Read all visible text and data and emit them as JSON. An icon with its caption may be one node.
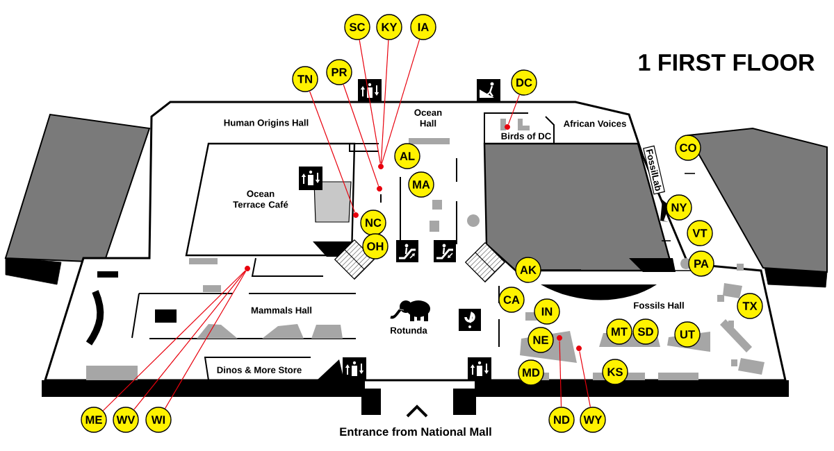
{
  "diagram": {
    "title": "1 FIRST FLOOR",
    "nodes": [
      {
        "text": [
          "SC"
        ]
      },
      {
        "text": [
          "KY"
        ]
      },
      {
        "text": [
          "IA"
        ]
      },
      {
        "text": [
          "TN"
        ]
      },
      {
        "text": [
          "PR"
        ]
      },
      {
        "text": [
          "DC"
        ]
      },
      {
        "text": [
          "AL"
        ]
      },
      {
        "text": [
          "CO"
        ]
      },
      {
        "text": [
          "MA"
        ]
      },
      {
        "text": [
          "NY"
        ]
      },
      {
        "text": [
          "NC"
        ]
      },
      {
        "text": [
          "VT"
        ]
      },
      {
        "text": [
          "OH"
        ]
      },
      {
        "text": [
          "PA"
        ]
      },
      {
        "text": [
          "AK"
        ]
      },
      {
        "text": [
          "CA"
        ]
      },
      {
        "text": [
          "TX"
        ]
      },
      {
        "text": [
          "IN"
        ]
      },
      {
        "text": [
          "MT"
        ]
      },
      {
        "text": [
          "SD"
        ]
      },
      {
        "text": [
          "NE"
        ]
      },
      {
        "text": [
          "UT"
        ]
      },
      {
        "text": [
          "MD"
        ]
      },
      {
        "text": [
          "KS"
        ]
      },
      {
        "text": [
          "ME"
        ]
      },
      {
        "text": [
          "WV"
        ]
      },
      {
        "text": [
          "WI"
        ]
      },
      {
        "text": [
          "ND"
        ]
      },
      {
        "text": [
          "WY"
        ]
      },
      {
        "text": [],
        "shape": "circle"
      },
      {
        "text": [],
        "shape": "circle"
      },
      {
        "text": [],
        "shape": "circle"
      },
      {
        "text": [],
        "shape": "circle"
      },
      {
        "text": [],
        "shape": "circle"
      },
      {
        "text": [],
        "shape": "circle"
      },
      {
        "text": [],
        "shape": "circle"
      }
    ],
    "edges": [
      {
        "from": 0,
        "to": 29,
        "arrow": "none"
      },
      {
        "from": 1,
        "to": 29,
        "arrow": "none"
      },
      {
        "from": 2,
        "to": 29,
        "arrow": "none"
      },
      {
        "from": 4,
        "to": 30,
        "arrow": "none"
      },
      {
        "from": 3,
        "to": 31,
        "arrow": "none"
      },
      {
        "from": 5,
        "to": 32,
        "arrow": "none"
      },
      {
        "from": 24,
        "to": 33,
        "arrow": "none"
      },
      {
        "from": 25,
        "to": 33,
        "arrow": "none"
      },
      {
        "from": 26,
        "to": 33,
        "arrow": "none"
      },
      {
        "from": 27,
        "to": 34,
        "arrow": "none"
      },
      {
        "from": 28,
        "to": 35,
        "arrow": "none"
      }
    ],
    "labels": [
      "Human Origins Hall",
      "Ocean Hall",
      "Birds of DC",
      "African Voices",
      "FossilLab",
      "Ocean Terrace Café",
      "Mammals Hall",
      "Rotunda",
      "Fossils Hall",
      "Dinos & More Store",
      "Entrance from National Mall"
    ]
  }
}
